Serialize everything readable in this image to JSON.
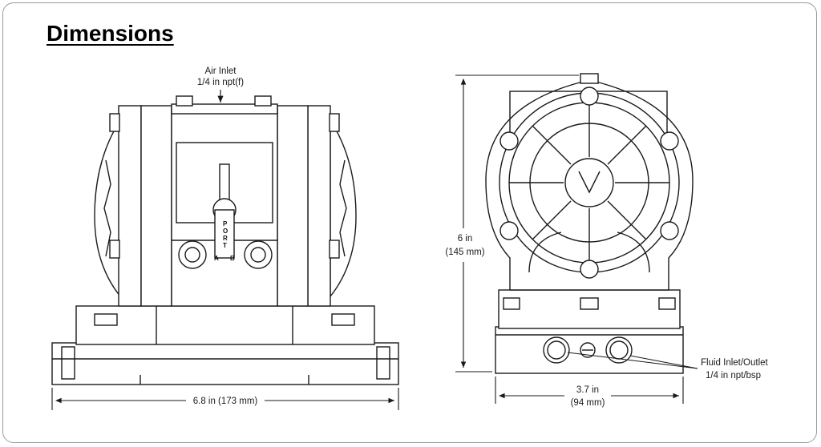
{
  "title": "Dimensions",
  "labels": {
    "air_inlet_line1": "Air Inlet",
    "air_inlet_line2": "1/4 in npt(f)",
    "width_side": "6.8 in (173 mm)",
    "height_line1": "6 in",
    "height_line2": "(145 mm)",
    "width_front_line1": "3.7 in",
    "width_front_line2": "(94 mm)",
    "fluid_line1": "Fluid Inlet/Outlet",
    "fluid_line2": "1/4 in npt/bsp",
    "port_letters": [
      "P",
      "O",
      "R",
      "T"
    ],
    "port_a": "A",
    "port_b": "B"
  },
  "colors": {
    "line": "#1a1a1a",
    "frame": "#9a9a9a"
  }
}
